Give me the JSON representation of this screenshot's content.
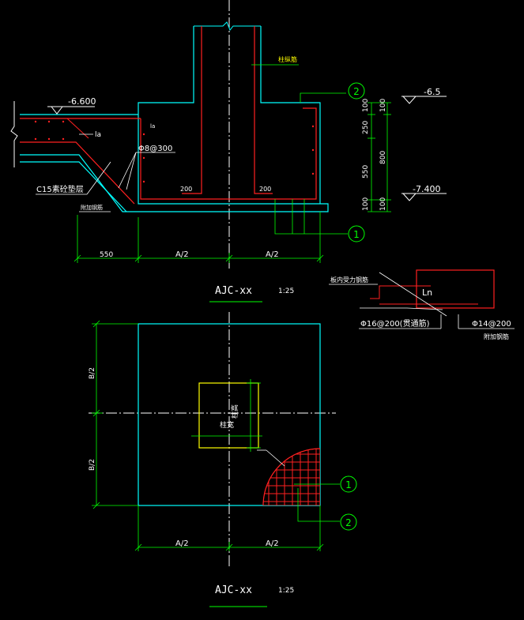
{
  "colors": {
    "background": "#000000",
    "concrete": "#00ffff",
    "rebar": "#ff2020",
    "dimension": "#00ff00",
    "axis": "#ffffff",
    "column_outline": "#ffff00",
    "text": "#ffffff",
    "label": "#ffff00"
  },
  "section": {
    "elev_slab_top": "-6.600",
    "elev_top_right": "-6.5",
    "elev_base": "-7.400",
    "rebar_spacing": "Φ8@300",
    "lap_length": "la",
    "lap_length_small": "la",
    "bend_left": "200",
    "bend_right": "200",
    "c15_label": "C15素砼垫层",
    "extra_rebar_label": "附加钢筋",
    "column_rebar_label": "柱纵筋",
    "dim_vertical": [
      "100",
      "250",
      "550",
      "100"
    ],
    "dim_vertical_total": [
      "100",
      "800",
      "100"
    ],
    "dim_horizontal": [
      "550",
      "A/2",
      "A/2"
    ],
    "marker_1": "1",
    "marker_2": "2",
    "title": "AJC-xx",
    "scale": "1:25"
  },
  "detail": {
    "slab_rebar_label": "板内受力钢筋",
    "lap": "Ln",
    "rebar_main": "Φ16@200(贯通筋)",
    "rebar_extra": "Φ14@200",
    "extra_label": "附加钢筋"
  },
  "plan": {
    "dim_b_top": "B/2",
    "dim_b_bottom": "B/2",
    "col_width_label": "柱宽",
    "col_height_label": "柱高",
    "dim_a_left": "A/2",
    "dim_a_right": "A/2",
    "marker_1": "1",
    "marker_2": "2",
    "title": "AJC-xx",
    "scale": "1:25"
  }
}
